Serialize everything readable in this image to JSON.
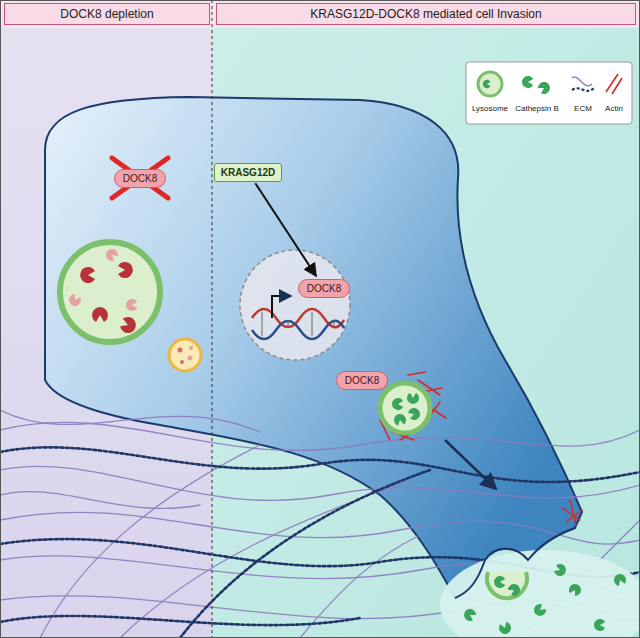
{
  "diagram": {
    "nodes": [
      {
        "text": [
          "DOCK8 depletion"
        ]
      },
      {
        "text": [
          "KRASG12D-DOCK8 mediated cell Invasion"
        ]
      },
      {
        "text": [
          "DOCK8"
        ]
      },
      {
        "text": [
          "KRASG12D"
        ]
      },
      {
        "text": [
          "DOCK8"
        ]
      },
      {
        "text": [
          "DOCK8"
        ]
      }
    ],
    "edges": [
      {
        "from": 3,
        "to": 4,
        "arrow": "to"
      }
    ],
    "legend": [
      {
        "text": "Lysosome"
      },
      {
        "text": "Cathepsin B"
      },
      {
        "text": "ECM"
      },
      {
        "text": "Actin"
      }
    ]
  }
}
